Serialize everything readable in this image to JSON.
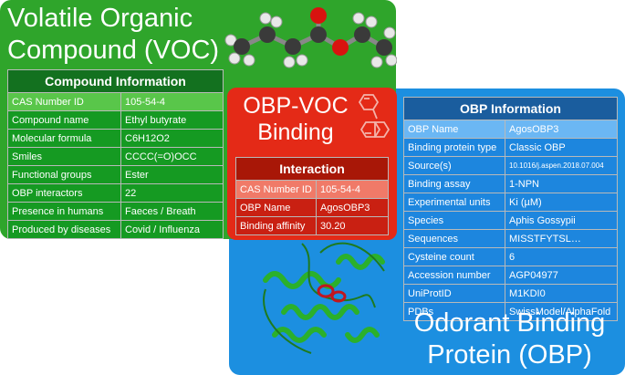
{
  "voc": {
    "title_line1": "Volatile Organic",
    "title_line2": "Compound (VOC)",
    "table_header": "Compound Information",
    "rows": [
      {
        "key": "CAS Number ID",
        "value": "105-54-4"
      },
      {
        "key": "Compound name",
        "value": "Ethyl butyrate"
      },
      {
        "key": "Molecular formula",
        "value": "C6H12O2"
      },
      {
        "key": "Smiles",
        "value": "CCCC(=O)OCC"
      },
      {
        "key": "Functional groups",
        "value": "Ester"
      },
      {
        "key": "OBP interactors",
        "value": "22"
      },
      {
        "key": "Presence in humans",
        "value": "Faeces / Breath"
      },
      {
        "key": "Produced by diseases",
        "value": "Covid / Influenza"
      }
    ]
  },
  "binding": {
    "title_line1": "OBP-VOC",
    "title_line2": "Binding",
    "table_header": "Interaction",
    "rows": [
      {
        "key": "CAS Number ID",
        "value": "105-54-4"
      },
      {
        "key": "OBP Name",
        "value": "AgosOBP3"
      },
      {
        "key": "Binding affinity",
        "value": "30.20"
      }
    ]
  },
  "obp": {
    "title_line1": "Odorant Binding",
    "title_line2": "Protein (OBP)",
    "table_header": "OBP Information",
    "rows": [
      {
        "key": "OBP Name",
        "value": "AgosOBP3"
      },
      {
        "key": "Binding protein type",
        "value": "Classic OBP"
      },
      {
        "key": "Source(s)",
        "value": "10.1016/j.aspen.2018.07.004"
      },
      {
        "key": "Binding assay",
        "value": "1-NPN"
      },
      {
        "key": "Experimental units",
        "value": "Ki (µM)"
      },
      {
        "key": "Species",
        "value": "Aphis Gossypii"
      },
      {
        "key": "Sequences",
        "value": "MISSTFYTSL…"
      },
      {
        "key": "Cysteine count",
        "value": "6"
      },
      {
        "key": "Accession number",
        "value": "AGP04977"
      },
      {
        "key": "UniProtID",
        "value": "M1KDI0"
      },
      {
        "key": "PDBs",
        "value": "SwissModel/AlphaFold"
      }
    ]
  },
  "colors": {
    "voc_green": "#2fa52b",
    "binding_red": "#e42a17",
    "obp_blue": "#1c8fe0"
  }
}
